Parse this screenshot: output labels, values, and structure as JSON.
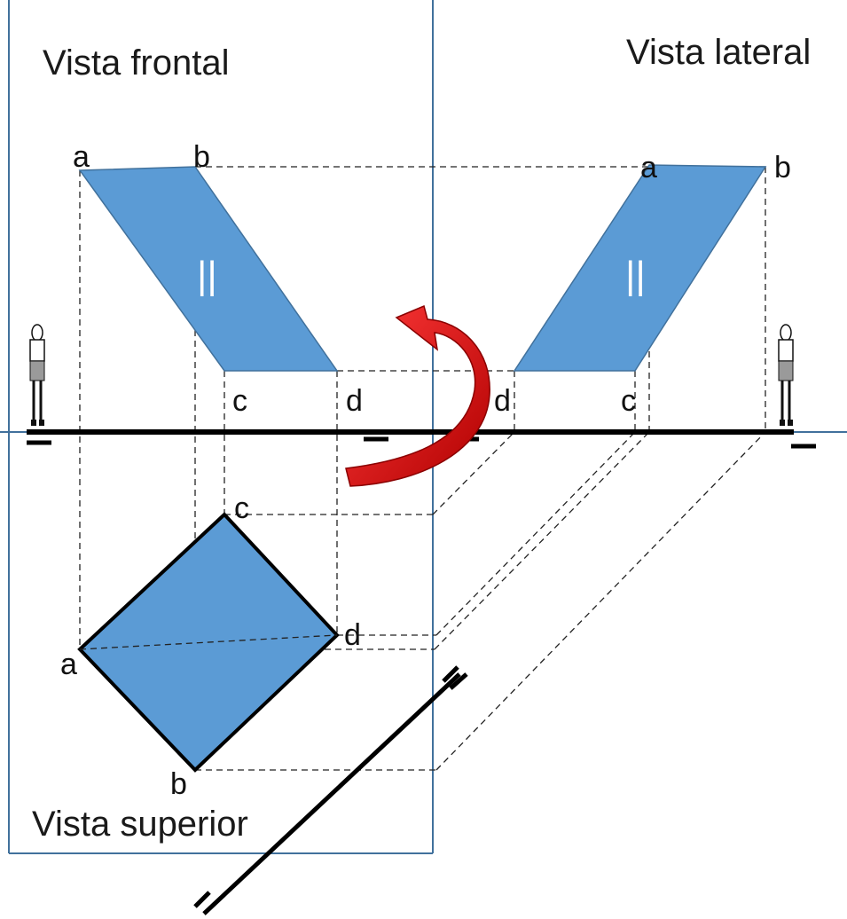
{
  "views": {
    "frontal": "Vista frontal",
    "lateral": "Vista lateral",
    "superior": "Vista superior"
  },
  "front_points": {
    "a": "a",
    "b": "b",
    "c": "c",
    "d": "d"
  },
  "side_points": {
    "a": "a",
    "b": "b",
    "c": "c",
    "d": "d"
  },
  "top_points": {
    "a": "a",
    "b": "b",
    "c": "c",
    "d": "d"
  },
  "parallel_mark": "||",
  "colors": {
    "fill": "#5b9bd5",
    "frame": "#41719c",
    "arrow": "#e00000",
    "lines": "#000000"
  },
  "icons": [
    "observer-figure-icon",
    "rotation-arrow-icon"
  ]
}
